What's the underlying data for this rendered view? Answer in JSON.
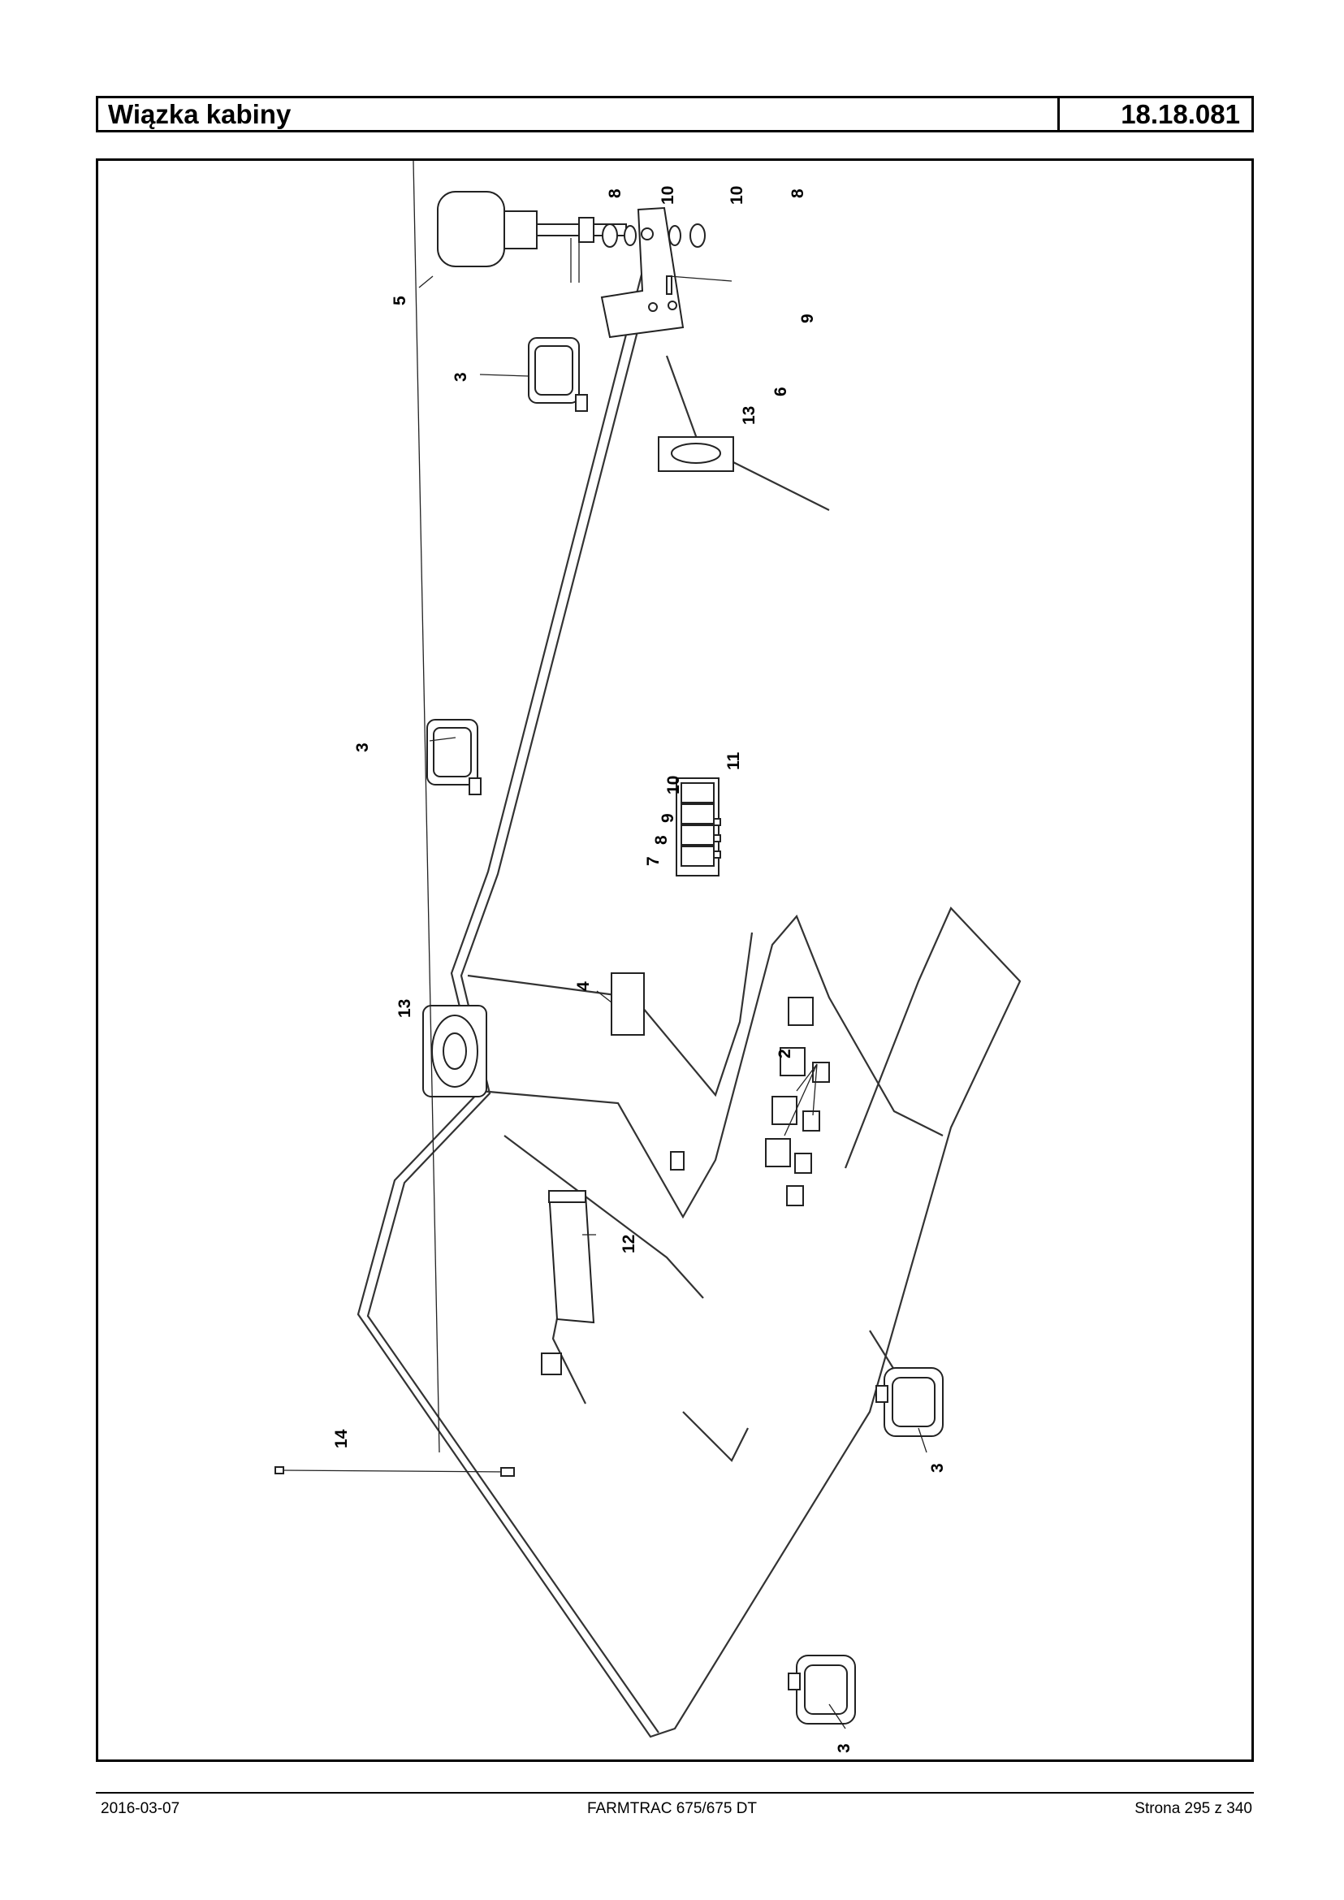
{
  "header": {
    "title": "Wiązka kabiny",
    "code": "18.18.081"
  },
  "diagram": {
    "callouts": {
      "c5": "5",
      "c8a": "8",
      "c10a": "10",
      "c10b": "10",
      "c8b": "8",
      "c9a": "9",
      "c6": "6",
      "c13a": "13",
      "c3a": "3",
      "c3b": "3",
      "c11": "11",
      "c10c": "10",
      "c9b": "9",
      "c8c": "8",
      "c7": "7",
      "c4": "4",
      "c13b": "13",
      "c2": "2",
      "c12": "12",
      "c3c": "3",
      "c14": "14",
      "c3d": "3"
    }
  },
  "footer": {
    "date": "2016-03-07",
    "model": "FARMTRAC 675/675 DT",
    "page": "Strona 295 z 340"
  }
}
